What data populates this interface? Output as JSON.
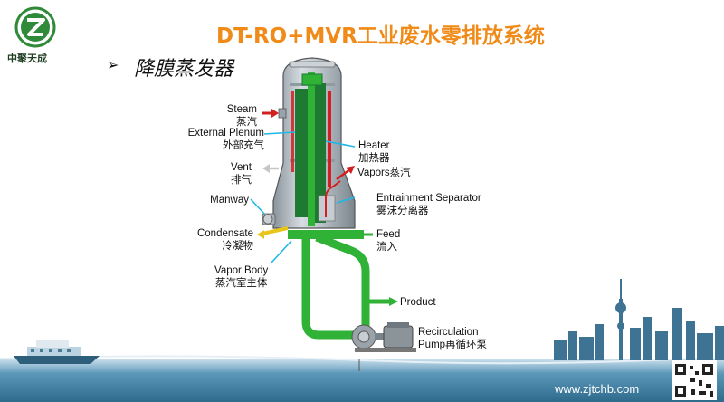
{
  "header": {
    "company": "中聚天成",
    "title": "DT-RO+MVR工业废水零排放系统",
    "subtitle": "降膜蒸发器"
  },
  "labels": {
    "steam_en": "Steam",
    "steam_cn": "蒸汽",
    "plenum_en": "External Plenum",
    "plenum_cn": "外部充气",
    "vent_en": "Vent",
    "vent_cn": "排气",
    "manway_en": "Manway",
    "condensate_en": "Condensate",
    "condensate_cn": "冷凝物",
    "vaporbody_en": "Vapor Body",
    "vaporbody_cn": "蒸汽室主体",
    "heater_en": "Heater",
    "heater_cn": "加热器",
    "vapors": "Vapors蒸汽",
    "entrain_en": "Entrainment Separator",
    "entrain_cn": "雾沫分离器",
    "feed_en": "Feed",
    "feed_cn": "流入",
    "product": "Product",
    "recirc_en": "Recirculation",
    "recirc_cn": "Pump再循环泵"
  },
  "footer": {
    "url": "www.zjtchb.com"
  },
  "colors": {
    "title": "#f08a18",
    "pipe": "#2fb236",
    "tube": "#1e7a32",
    "steam": "#d22020",
    "pointer": "#1fb8e8",
    "sea": "#3e7ea0"
  }
}
